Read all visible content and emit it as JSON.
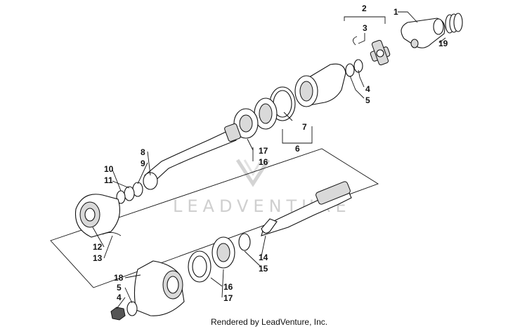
{
  "diagram": {
    "callouts": [
      {
        "id": "c1",
        "text": "1"
      },
      {
        "id": "c2",
        "text": "2"
      },
      {
        "id": "c3",
        "text": "3"
      },
      {
        "id": "c19",
        "text": "19"
      },
      {
        "id": "c4a",
        "text": "4"
      },
      {
        "id": "c5a",
        "text": "5"
      },
      {
        "id": "c7",
        "text": "7"
      },
      {
        "id": "c6",
        "text": "6"
      },
      {
        "id": "c17a",
        "text": "17"
      },
      {
        "id": "c16a",
        "text": "16"
      },
      {
        "id": "c8",
        "text": "8"
      },
      {
        "id": "c9",
        "text": "9"
      },
      {
        "id": "c10",
        "text": "10"
      },
      {
        "id": "c11",
        "text": "11"
      },
      {
        "id": "c12",
        "text": "12"
      },
      {
        "id": "c13",
        "text": "13"
      },
      {
        "id": "c14",
        "text": "14"
      },
      {
        "id": "c15",
        "text": "15"
      },
      {
        "id": "c18",
        "text": "18"
      },
      {
        "id": "c5b",
        "text": "5"
      },
      {
        "id": "c4b",
        "text": "4"
      },
      {
        "id": "c16b",
        "text": "16"
      },
      {
        "id": "c17b",
        "text": "17"
      }
    ],
    "watermark": "LEADVENTURE",
    "credit": "Rendered by LeadVenture, Inc.",
    "colors": {
      "line": "#111111",
      "watermark": "#cfcfcf",
      "background": "#ffffff"
    }
  }
}
